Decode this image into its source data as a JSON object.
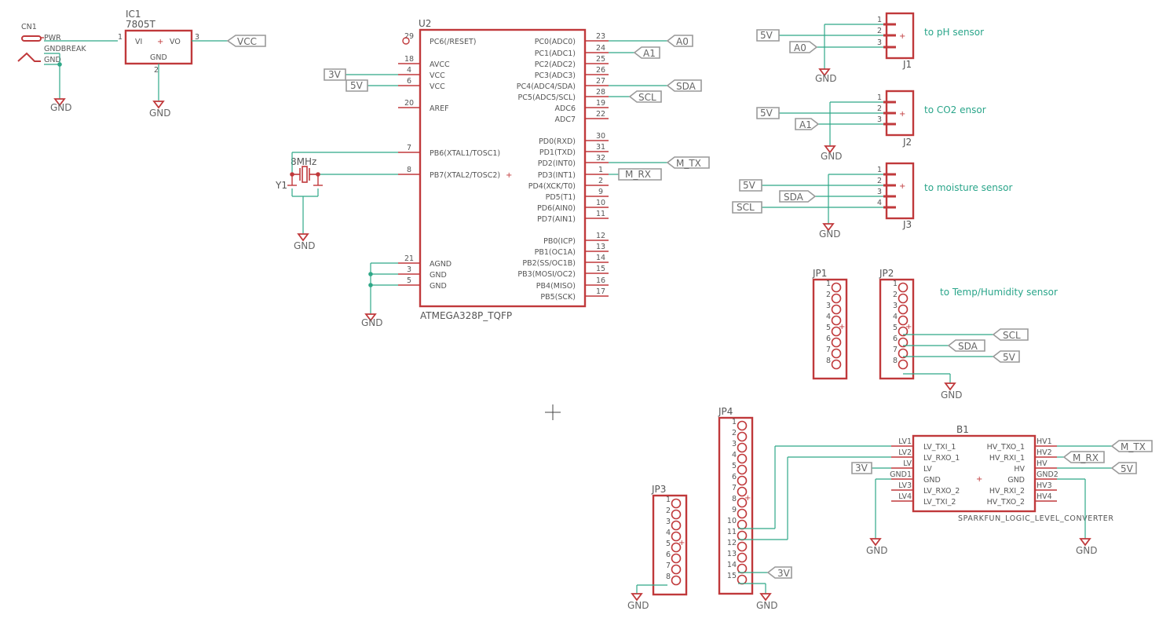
{
  "cn1": {
    "ref": "CN1",
    "pins": [
      "PWR",
      "GNDBREAK",
      "GND"
    ]
  },
  "ic1": {
    "ref": "IC1",
    "value": "7805T",
    "vi": "VI",
    "vo": "VO",
    "gnd": "GND",
    "pin_in": "1",
    "pin_out": "3",
    "pin_gnd": "2"
  },
  "u2": {
    "ref": "U2",
    "value": "ATMEGA328P_TQFP",
    "left_pins": [
      {
        "num": "29",
        "name": "PC6(/RESET)"
      },
      {
        "num": "18",
        "name": "AVCC"
      },
      {
        "num": "4",
        "name": "VCC"
      },
      {
        "num": "6",
        "name": "VCC"
      },
      {
        "num": "20",
        "name": "AREF"
      },
      {
        "num": "7",
        "name": "PB6(XTAL1/TOSC1)"
      },
      {
        "num": "8",
        "name": "PB7(XTAL2/TOSC2)"
      },
      {
        "num": "21",
        "name": "AGND"
      },
      {
        "num": "3",
        "name": "GND"
      },
      {
        "num": "5",
        "name": "GND"
      }
    ],
    "right_pins": [
      {
        "num": "23",
        "name": "PC0(ADC0)"
      },
      {
        "num": "24",
        "name": "PC1(ADC1)"
      },
      {
        "num": "25",
        "name": "PC2(ADC2)"
      },
      {
        "num": "26",
        "name": "PC3(ADC3)"
      },
      {
        "num": "27",
        "name": "PC4(ADC4/SDA)"
      },
      {
        "num": "28",
        "name": "PC5(ADC5/SCL)"
      },
      {
        "num": "19",
        "name": "ADC6"
      },
      {
        "num": "22",
        "name": "ADC7"
      },
      {
        "num": "30",
        "name": "PD0(RXD)"
      },
      {
        "num": "31",
        "name": "PD1(TXD)"
      },
      {
        "num": "32",
        "name": "PD2(INT0)"
      },
      {
        "num": "1",
        "name": "PD3(INT1)"
      },
      {
        "num": "2",
        "name": "PD4(XCK/T0)"
      },
      {
        "num": "9",
        "name": "PD5(T1)"
      },
      {
        "num": "10",
        "name": "PD6(AIN0)"
      },
      {
        "num": "11",
        "name": "PD7(AIN1)"
      },
      {
        "num": "12",
        "name": "PB0(ICP)"
      },
      {
        "num": "13",
        "name": "PB1(OC1A)"
      },
      {
        "num": "14",
        "name": "PB2(SS/OC1B)"
      },
      {
        "num": "15",
        "name": "PB3(MOSI/OC2)"
      },
      {
        "num": "16",
        "name": "PB4(MISO)"
      },
      {
        "num": "17",
        "name": "PB5(SCK)"
      }
    ]
  },
  "y1": {
    "ref": "Y1",
    "value": "8MHz"
  },
  "j1": {
    "ref": "J1",
    "note": "to pH sensor",
    "pins": [
      "1",
      "2",
      "3"
    ]
  },
  "j2": {
    "ref": "J2",
    "note": "to CO2 ensor",
    "pins": [
      "1",
      "2",
      "3"
    ]
  },
  "j3": {
    "ref": "J3",
    "note": "to moisture sensor",
    "pins": [
      "1",
      "2",
      "3",
      "4"
    ]
  },
  "jp1": {
    "ref": "JP1",
    "pins": [
      "1",
      "2",
      "3",
      "4",
      "5",
      "6",
      "7",
      "8"
    ]
  },
  "jp2": {
    "ref": "JP2",
    "note": "to Temp/Humidity sensor",
    "pins": [
      "1",
      "2",
      "3",
      "4",
      "5",
      "6",
      "7",
      "8"
    ]
  },
  "jp3": {
    "ref": "JP3",
    "pins": [
      "1",
      "2",
      "3",
      "4",
      "5",
      "6",
      "7",
      "8"
    ]
  },
  "jp4": {
    "ref": "JP4",
    "pins": [
      "1",
      "2",
      "3",
      "4",
      "5",
      "6",
      "7",
      "8",
      "9",
      "10",
      "11",
      "12",
      "13",
      "14",
      "15"
    ]
  },
  "b1": {
    "ref": "B1",
    "value": "SPARKFUN_LOGIC_LEVEL_CONVERTER",
    "left_names": [
      "LV_TXI_1",
      "LV_RXO_1",
      "LV",
      "GND",
      "LV_RXO_2",
      "LV_TXI_2"
    ],
    "left_nums": [
      "LV1",
      "LV2",
      "LV",
      "GND1",
      "LV3",
      "LV4"
    ],
    "right_names": [
      "HV_TXO_1",
      "HV_RXI_1",
      "HV",
      "GND",
      "HV_RXI_2",
      "HV_TXO_2"
    ],
    "right_nums": [
      "HV1",
      "HV2",
      "HV",
      "GND2",
      "HV3",
      "HV4"
    ]
  },
  "labels": {
    "gnd": "GND",
    "vcc": "VCC",
    "v3": "3V",
    "v5": "5V",
    "a0": "A0",
    "a1": "A1",
    "sda": "SDA",
    "scl": "SCL",
    "m_tx": "M_TX",
    "m_rx": "M_RX"
  },
  "colors": {
    "part": "#c0393b",
    "net": "#2fa888",
    "label": "#999999",
    "text": "#555555"
  }
}
